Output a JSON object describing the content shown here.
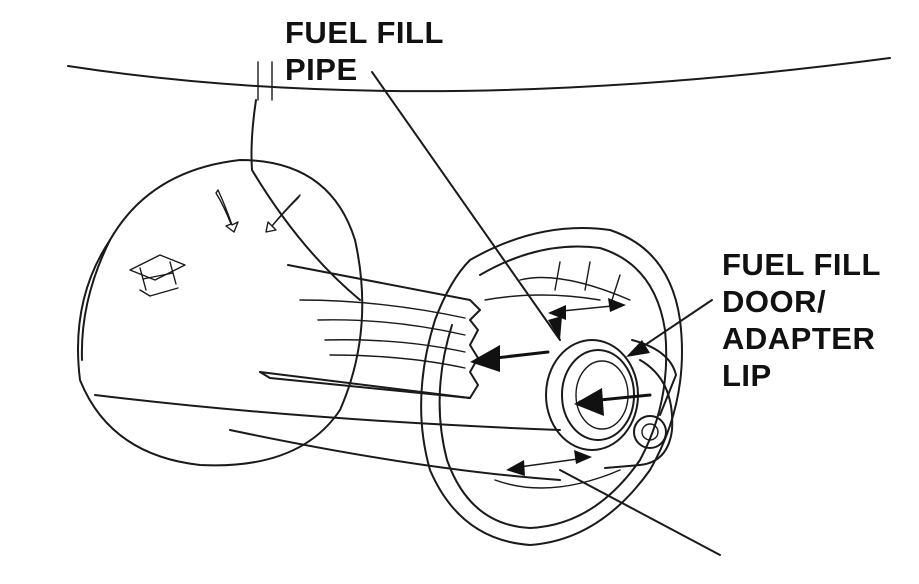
{
  "labels": {
    "fuel_fill_pipe": {
      "line1": "FUEL FILL",
      "line2": "PIPE"
    },
    "fuel_fill_door": {
      "line1": "FUEL FILL",
      "line2": "DOOR/",
      "line3": "ADAPTER",
      "line4": "LIP"
    }
  },
  "colors": {
    "ink": "#1a1a1a",
    "background": "#ffffff"
  }
}
